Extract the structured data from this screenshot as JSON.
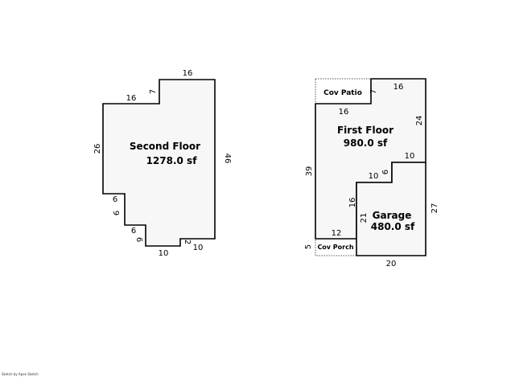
{
  "second_floor": {
    "name": "Second Floor",
    "area": "1278.0 sf",
    "dims": [
      "16",
      "16",
      "7",
      "26",
      "46",
      "6",
      "9",
      "6",
      "6",
      "10",
      "2",
      "10"
    ]
  },
  "first_floor": {
    "name": "First Floor",
    "area": "980.0 sf",
    "dims": [
      "16",
      "7",
      "16",
      "24",
      "10",
      "10",
      "6",
      "39",
      "16",
      "12"
    ]
  },
  "garage": {
    "name": "Garage",
    "area": "480.0 sf",
    "dims": [
      "21",
      "27",
      "20"
    ]
  },
  "cov_patio": {
    "name": "Cov Patio"
  },
  "cov_porch": {
    "name": "Cov Porch",
    "dims": [
      "5"
    ]
  },
  "footer": "Sketch by Apex Sketch"
}
